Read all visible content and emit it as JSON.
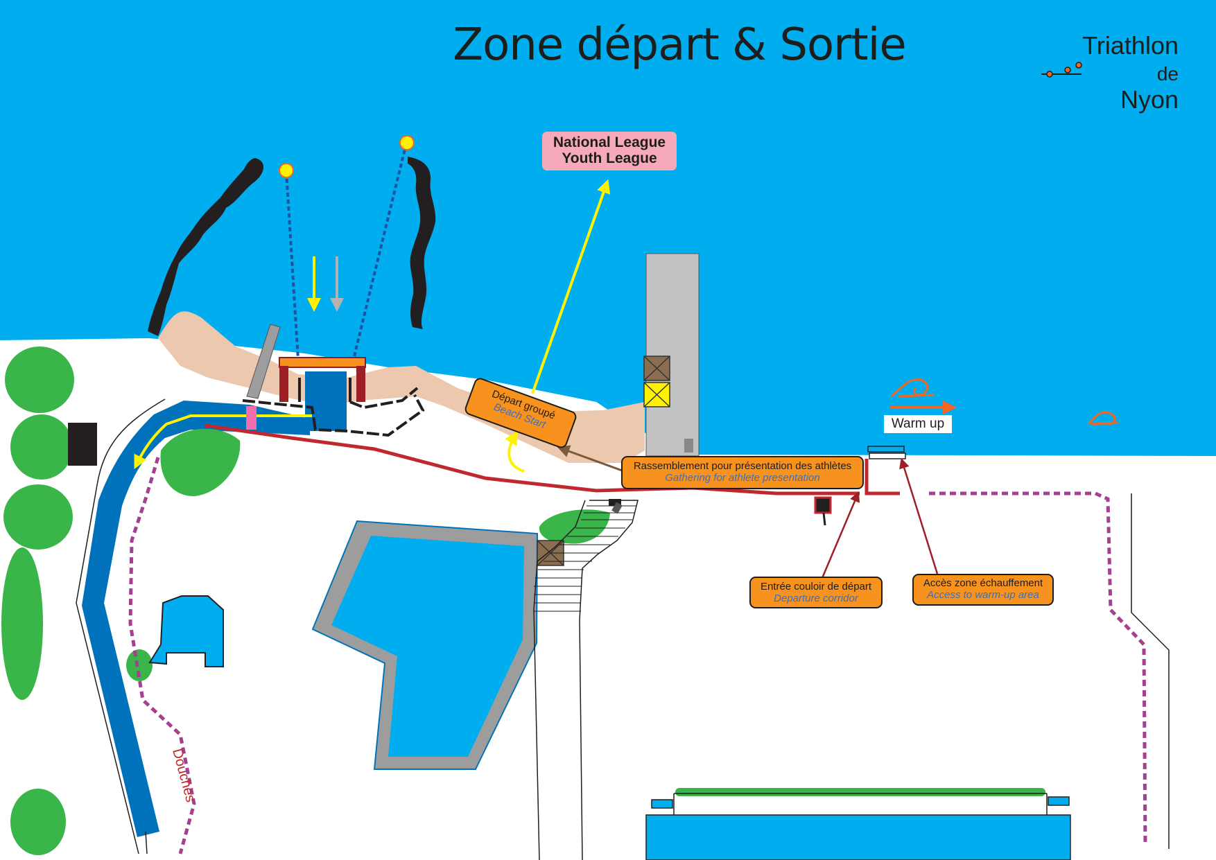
{
  "title": "Zone départ & Sortie",
  "logo": {
    "line1": "Triathlon",
    "line2_small": "de",
    "line2_big": "Nyon"
  },
  "labels": {
    "league_line1": "National League",
    "league_line2": "Youth League",
    "beach_start_fr": "Départ groupé",
    "beach_start_en": "Beach Start",
    "gathering_fr": "Rassemblement pour présentation des athlètes",
    "gathering_en": "Gathering for athlete presentation",
    "corridor_fr": "Entrée couloir de départ",
    "corridor_en": "Departure corridor",
    "warmup_access_fr": "Accès zone échauffement",
    "warmup_access_en": "Access to warm-up area",
    "warm_up": "Warm up",
    "showers": "Douches"
  },
  "colors": {
    "water": "#00aeef",
    "beach": "#ebc8ae",
    "grass": "#39b54a",
    "exit_lane": "#0072bc",
    "barrier": "#c0282d",
    "label_box": "#f7921e",
    "league_box": "#f6aab9",
    "buoy": "#fff200",
    "pier": "#c2c2c2",
    "rock": "#231f20",
    "path_dashed": "#a3408f"
  },
  "icons": [
    "buoy-icon",
    "swimmer-icon",
    "arrow-icon",
    "crate-icon",
    "sign-icon",
    "start-arch-icon",
    "logo-dots-icon"
  ]
}
